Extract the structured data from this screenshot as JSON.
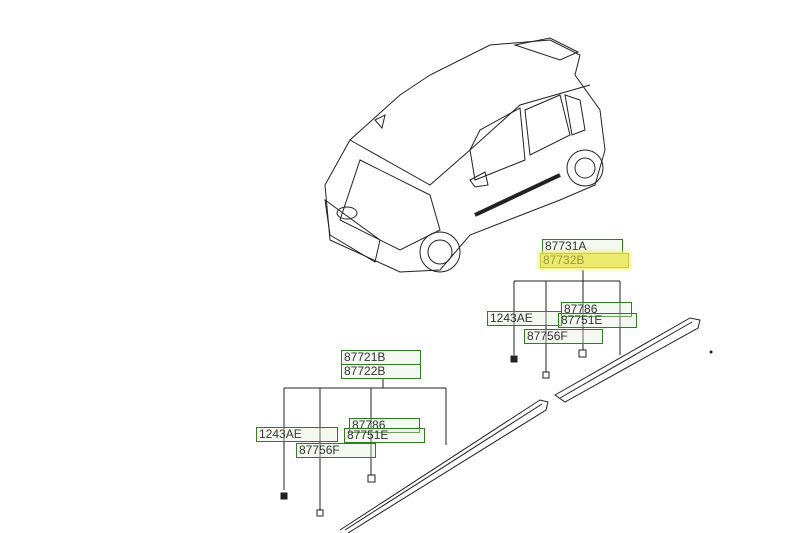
{
  "right_group": {
    "main_parts": [
      "87731A",
      "87732B"
    ],
    "sub_parts": [
      "87786",
      "1243AE",
      "87751E",
      "87756F"
    ],
    "highlighted": "87732B"
  },
  "left_group": {
    "main_parts": [
      "87721B",
      "87722B"
    ],
    "sub_parts": [
      "87786",
      "1243AE",
      "87751E",
      "87756F"
    ]
  },
  "colors": {
    "label_border": "#2e7d1e",
    "highlight": "#e6e13c"
  }
}
